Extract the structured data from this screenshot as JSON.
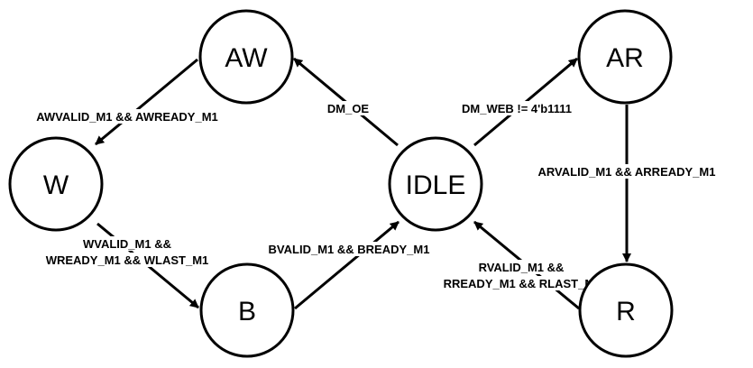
{
  "diagram": {
    "states": {
      "aw": "AW",
      "w": "W",
      "b": "B",
      "idle": "IDLE",
      "ar": "AR",
      "r": "R"
    },
    "transitions": {
      "aw_to_w": "AWVALID_M1 && AWREADY_M1",
      "w_to_b_line1": "WVALID_M1 &&",
      "w_to_b_line2": "WREADY_M1 && WLAST_M1",
      "b_to_idle": "BVALID_M1 && BREADY_M1",
      "idle_to_aw": "DM_OE",
      "idle_to_ar": "DM_WEB != 4'b1111",
      "ar_to_r": "ARVALID_M1 && ARREADY_M1",
      "r_to_idle_line1": "RVALID_M1 &&",
      "r_to_idle_line2": "RREADY_M1 && RLAST_M1"
    },
    "colors": {
      "stroke": "#000000",
      "fill": "#ffffff",
      "text": "#000000"
    }
  }
}
